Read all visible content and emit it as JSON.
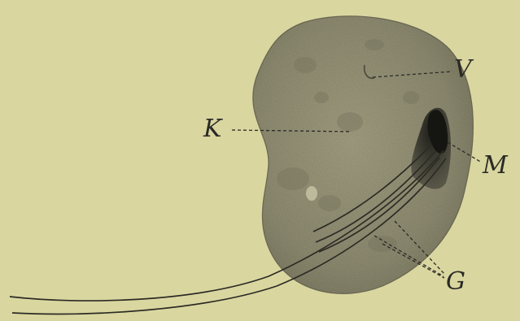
{
  "figure": {
    "background_color": "#d9d6a0",
    "cell_color": "#8f8c72",
    "ink_color": "#2a2a25",
    "labels": {
      "K": "K",
      "V": "V",
      "M": "M",
      "G": "G"
    }
  }
}
